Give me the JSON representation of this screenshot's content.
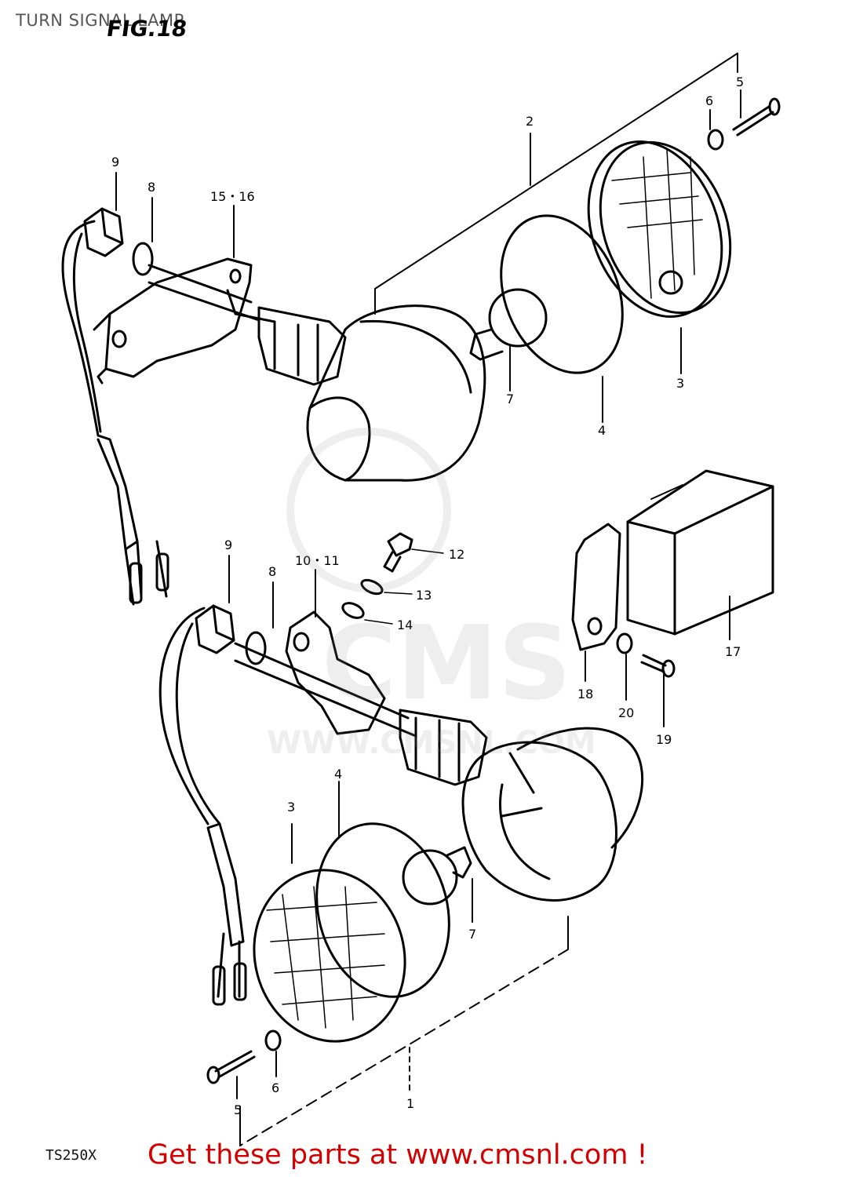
{
  "header": {
    "title": "TURN SIGNAL LAMP",
    "figure": "FIG.18"
  },
  "callouts": [
    {
      "id": "c5-top",
      "text": "5"
    },
    {
      "id": "c6-top",
      "text": "6"
    },
    {
      "id": "c2",
      "text": "2"
    },
    {
      "id": "c9-top",
      "text": "9"
    },
    {
      "id": "c8-top",
      "text": "8"
    },
    {
      "id": "c15-16",
      "text": "15・16"
    },
    {
      "id": "c7-top",
      "text": "7"
    },
    {
      "id": "c4-top",
      "text": "4"
    },
    {
      "id": "c3-top",
      "text": "3"
    },
    {
      "id": "c12",
      "text": "12"
    },
    {
      "id": "c13",
      "text": "13"
    },
    {
      "id": "c14",
      "text": "14"
    },
    {
      "id": "c9-bottom",
      "text": "9"
    },
    {
      "id": "c8-bottom",
      "text": "8"
    },
    {
      "id": "c10-11",
      "text": "10・11"
    },
    {
      "id": "c17",
      "text": "17"
    },
    {
      "id": "c18",
      "text": "18"
    },
    {
      "id": "c20",
      "text": "20"
    },
    {
      "id": "c19",
      "text": "19"
    },
    {
      "id": "c3-bottom",
      "text": "3"
    },
    {
      "id": "c4-bottom",
      "text": "4"
    },
    {
      "id": "c7-bottom",
      "text": "7"
    },
    {
      "id": "c6-bottom",
      "text": "6"
    },
    {
      "id": "c5-bottom",
      "text": "5"
    },
    {
      "id": "c1",
      "text": "1"
    }
  ],
  "watermark": {
    "brand": "CMS",
    "url": "WWW.CMSNL.COM"
  },
  "footer": {
    "model": "TS250X",
    "cta": "Get these parts at www.cmsnl.com !"
  },
  "colors": {
    "line": "#000000",
    "cta": "#d40000",
    "watermark": "#9a9a9a"
  }
}
